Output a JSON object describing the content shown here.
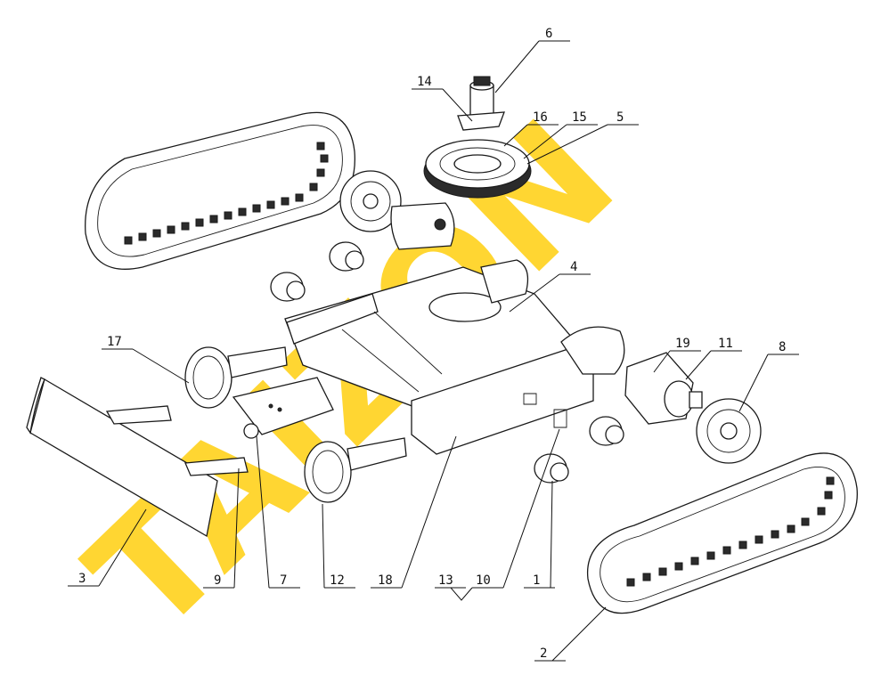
{
  "watermark": {
    "text": "TAIZON",
    "color": "#ffd21c"
  },
  "callouts": [
    "1",
    "2",
    "3",
    "4",
    "5",
    "6",
    "7",
    "8",
    "9",
    "10",
    "11",
    "12",
    "13",
    "14",
    "15",
    "16",
    "17",
    "18",
    "19"
  ]
}
